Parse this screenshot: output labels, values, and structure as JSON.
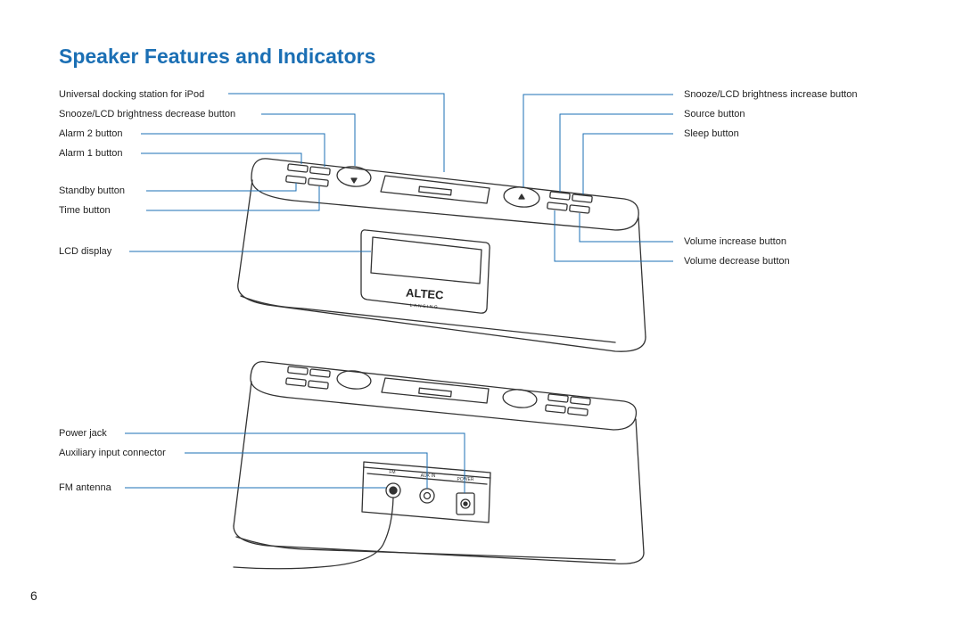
{
  "page": {
    "title": "Speaker Features and Indicators",
    "page_number": "6"
  },
  "callouts": {
    "left_top": [
      "Universal docking station for iPod",
      "Snooze/LCD brightness decrease button",
      "Alarm 2 button",
      "Alarm 1 button",
      "Standby button",
      "Time button",
      "LCD display"
    ],
    "right_top": [
      "Snooze/LCD brightness increase button",
      "Source button",
      "Sleep button",
      "Volume increase button",
      "Volume decrease button"
    ],
    "rear": [
      "Power jack",
      "Auxiliary input connector",
      "FM antenna"
    ]
  },
  "device": {
    "brand": "ALTEC",
    "brand_sub": "LANSING",
    "panel_labels": [
      "FM",
      "AUX IN",
      "POWER"
    ]
  },
  "colors": {
    "title": "#1b6fb4",
    "leader_line": "#1b6fb4",
    "device_line": "#333333"
  }
}
